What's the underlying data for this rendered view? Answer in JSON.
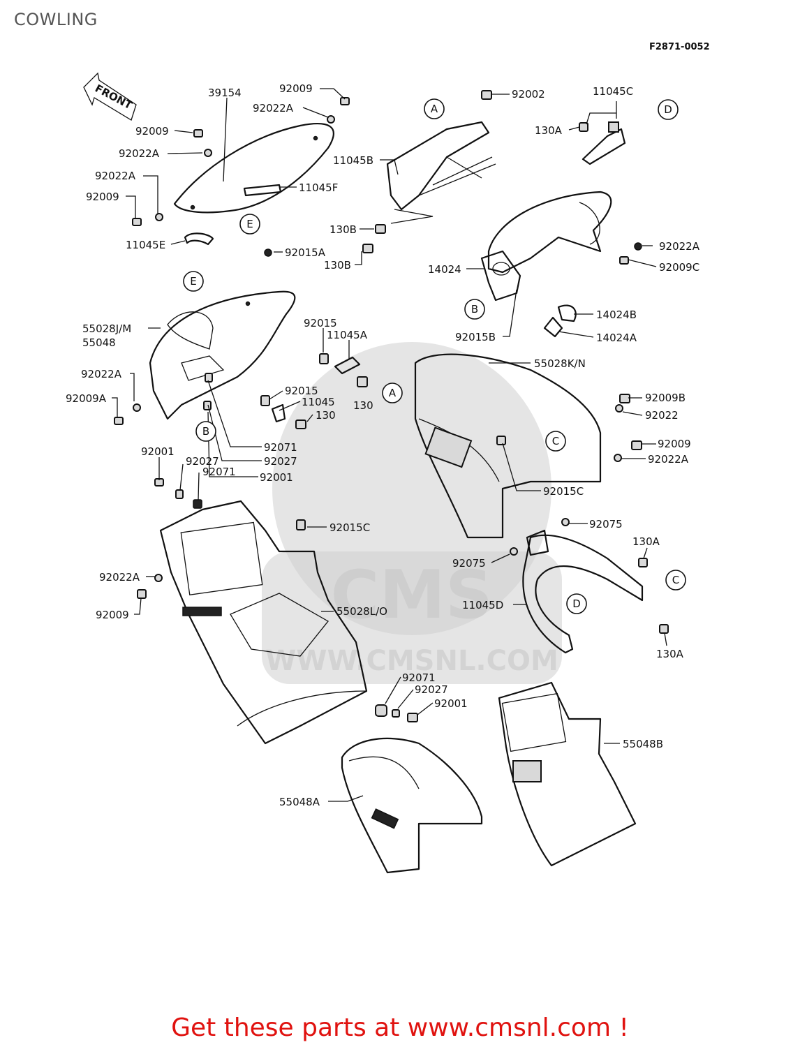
{
  "header": {
    "title": "COWLING",
    "figure_code": "F2871-0052"
  },
  "front_arrow": "FRONT",
  "watermark": {
    "brand": "CMS",
    "url": "WWW.CMSNL.COM"
  },
  "part_labels": [
    "92009",
    "39154",
    "92022A",
    "92002",
    "11045C",
    "92009",
    "92022A",
    "11045B",
    "130A",
    "92022A",
    "92009",
    "11045F",
    "130B",
    "130B",
    "11045E",
    "92015A",
    "92022A",
    "92009C",
    "14024",
    "14024B",
    "14024A",
    "92015B",
    "55028J/M",
    "55048",
    "92015",
    "11045A",
    "55028K/N",
    "92022A",
    "92009A",
    "92015",
    "11045",
    "130",
    "130",
    "92071",
    "92027",
    "92001",
    "92009B",
    "92022",
    "92009",
    "92022A",
    "92001",
    "92027",
    "92071",
    "92015C",
    "92015C",
    "92075",
    "130A",
    "92022A",
    "92009",
    "92075",
    "55028L/O",
    "11045D",
    "130A",
    "92071",
    "92027",
    "92001",
    "55048B",
    "55048A"
  ],
  "reference_markers": [
    "A",
    "D",
    "E",
    "B",
    "A",
    "E",
    "C",
    "C",
    "D",
    "B"
  ],
  "footer": {
    "promo": "Get these parts at www.cmsnl.com !"
  }
}
